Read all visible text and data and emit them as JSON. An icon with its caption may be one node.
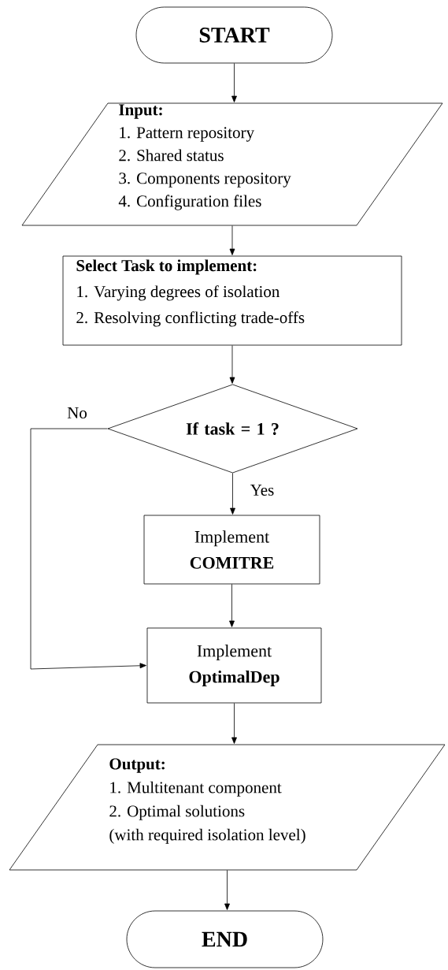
{
  "diagram": {
    "nodes": [
      {
        "text": [
          "START"
        ]
      },
      {
        "text": [
          "Input:",
          "1. Pattern repository",
          "2. Shared status",
          "3. Components repository",
          "4. Configuration files"
        ]
      },
      {
        "text": [
          "Select Task to implement:",
          "1. Varying degrees of isolation",
          "2. Resolving conflicting trade-offs"
        ]
      },
      {
        "text": [
          "If task = 1 ?"
        ]
      },
      {
        "text": [
          "Implement",
          "COMITRE"
        ]
      },
      {
        "text": [
          "Implement",
          "OptimalDep"
        ]
      },
      {
        "text": [
          "Output:",
          "1. Multitenant component",
          "2. Optimal solutions",
          "(with required isolation level)"
        ]
      },
      {
        "text": [
          "END"
        ]
      }
    ],
    "edges": [
      {
        "from": 0,
        "to": 1,
        "arrow": "to"
      },
      {
        "from": 1,
        "to": 2,
        "arrow": "to"
      },
      {
        "from": 2,
        "to": 3,
        "arrow": "to"
      },
      {
        "from": 3,
        "to": 4,
        "label": "Yes",
        "arrow": "to"
      },
      {
        "from": 3,
        "to": 5,
        "label": "No",
        "arrow": "to"
      },
      {
        "from": 4,
        "to": 5,
        "arrow": "to"
      },
      {
        "from": 5,
        "to": 6,
        "arrow": "to"
      },
      {
        "from": 6,
        "to": 7,
        "arrow": "to"
      }
    ]
  }
}
